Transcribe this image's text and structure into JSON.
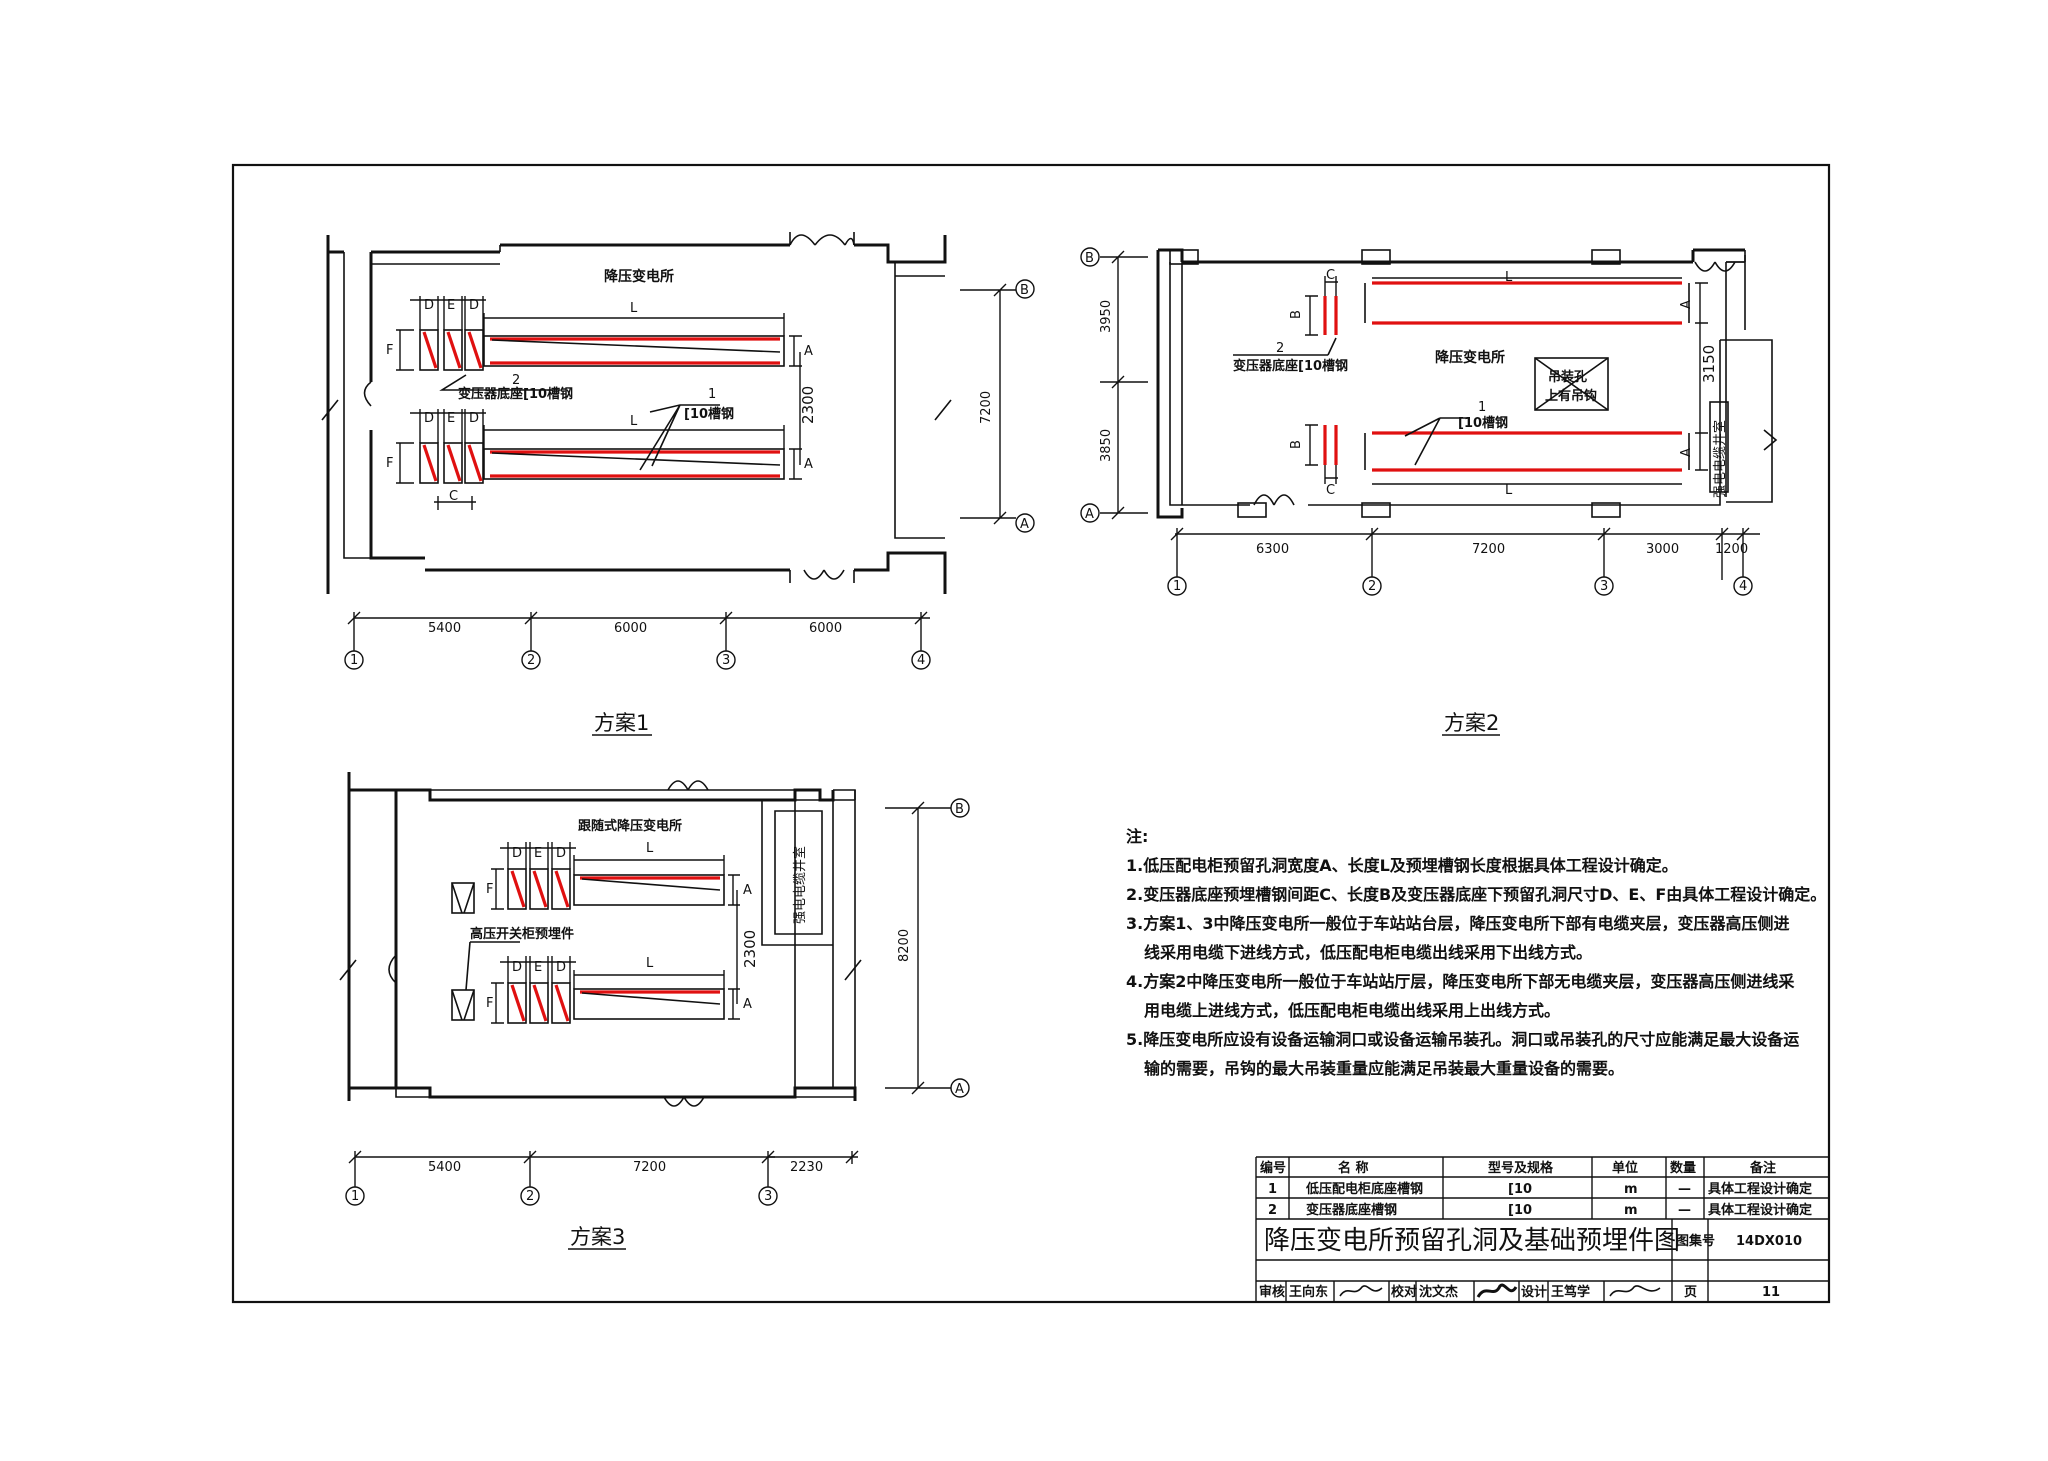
{
  "plan1": {
    "title": "方案1",
    "room": "降压变电所",
    "axis_nums": [
      "1",
      "2",
      "3",
      "4"
    ],
    "axis_letters": [
      "B",
      "A"
    ],
    "dims": [
      "5400",
      "6000",
      "6000"
    ],
    "vdim": "7200",
    "spacing": "2300",
    "letters": {
      "D": "D",
      "E": "E",
      "F": "F",
      "A": "A",
      "L": "L",
      "C": "C"
    },
    "callout1_num": "1",
    "callout1_text": "[10槽钢",
    "callout2_num": "2",
    "callout2_text": "变压器底座[10槽钢"
  },
  "plan2": {
    "title": "方案2",
    "room": "降压变电所",
    "axis_nums": [
      "1",
      "2",
      "3",
      "4"
    ],
    "axis_letters": [
      "B",
      "A"
    ],
    "dims": [
      "6300",
      "7200",
      "3000",
      "1200"
    ],
    "vdims": [
      "3950",
      "3850"
    ],
    "spacing": "3150",
    "letters": {
      "C": "C",
      "B": "B",
      "L": "L",
      "A": "A"
    },
    "hoist": "吊装孔\n上有吊钩",
    "shaft": "强电电缆井室",
    "callout1_num": "1",
    "callout1_text": "[10槽钢",
    "callout2_num": "2",
    "callout2_text": "变压器底座[10槽钢"
  },
  "plan3": {
    "title": "方案3",
    "room": "跟随式降压变电所",
    "hv": "高压开关柜预埋件",
    "shaft": "强电电缆井室",
    "axis_nums": [
      "1",
      "2",
      "3"
    ],
    "axis_letters": [
      "B",
      "A"
    ],
    "dims": [
      "5400",
      "7200",
      "2230"
    ],
    "vdim": "8200",
    "spacing": "2300",
    "letters": {
      "D": "D",
      "E": "E",
      "F": "F",
      "A": "A",
      "L": "L"
    }
  },
  "notes": {
    "head": "注:",
    "lines": [
      "1.低压配电柜预留孔洞宽度A、长度L及预埋槽钢长度根据具体工程设计确定。",
      "2.变压器底座预埋槽钢间距C、长度B及变压器底座下预留孔洞尺寸D、E、F由具体工程设计确定。",
      "3.方案1、3中降压变电所一般位于车站站台层，降压变电所下部有电缆夹层，变压器高压侧进",
      "线采用电缆下进线方式，低压配电柜电缆出线采用下出线方式。",
      "4.方案2中降压变电所一般位于车站站厅层，降压变电所下部无电缆夹层，变压器高压侧进线采",
      "用电缆上进线方式，低压配电柜电缆出线采用上出线方式。",
      "5.降压变电所应设有设备运输洞口或设备运输吊装孔。洞口或吊装孔的尺寸应能满足最大设备运",
      "输的需要，吊钩的最大吊装重量应能满足吊装最大重量设备的需要。"
    ]
  },
  "table": {
    "headers": [
      "编号",
      "名    称",
      "型号及规格",
      "单位",
      "数量",
      "备注"
    ],
    "rows": [
      [
        "1",
        "低压配电柜底座槽钢",
        "[10",
        "m",
        "—",
        "具体工程设计确定"
      ],
      [
        "2",
        "变压器底座槽钢",
        "[10",
        "m",
        "—",
        "具体工程设计确定"
      ]
    ]
  },
  "title_block": {
    "title": "降压变电所预留孔洞及基础预埋件图",
    "atlas_label": "图集号",
    "atlas_no": "14DX010",
    "review_label": "审核",
    "review_name": "王向东",
    "check_label": "校对",
    "check_name": "沈文杰",
    "design_label": "设计",
    "design_name": "王笃学",
    "page_label": "页",
    "page_no": "11"
  },
  "colors": {
    "line": "#111111",
    "steel": "#e01010"
  }
}
